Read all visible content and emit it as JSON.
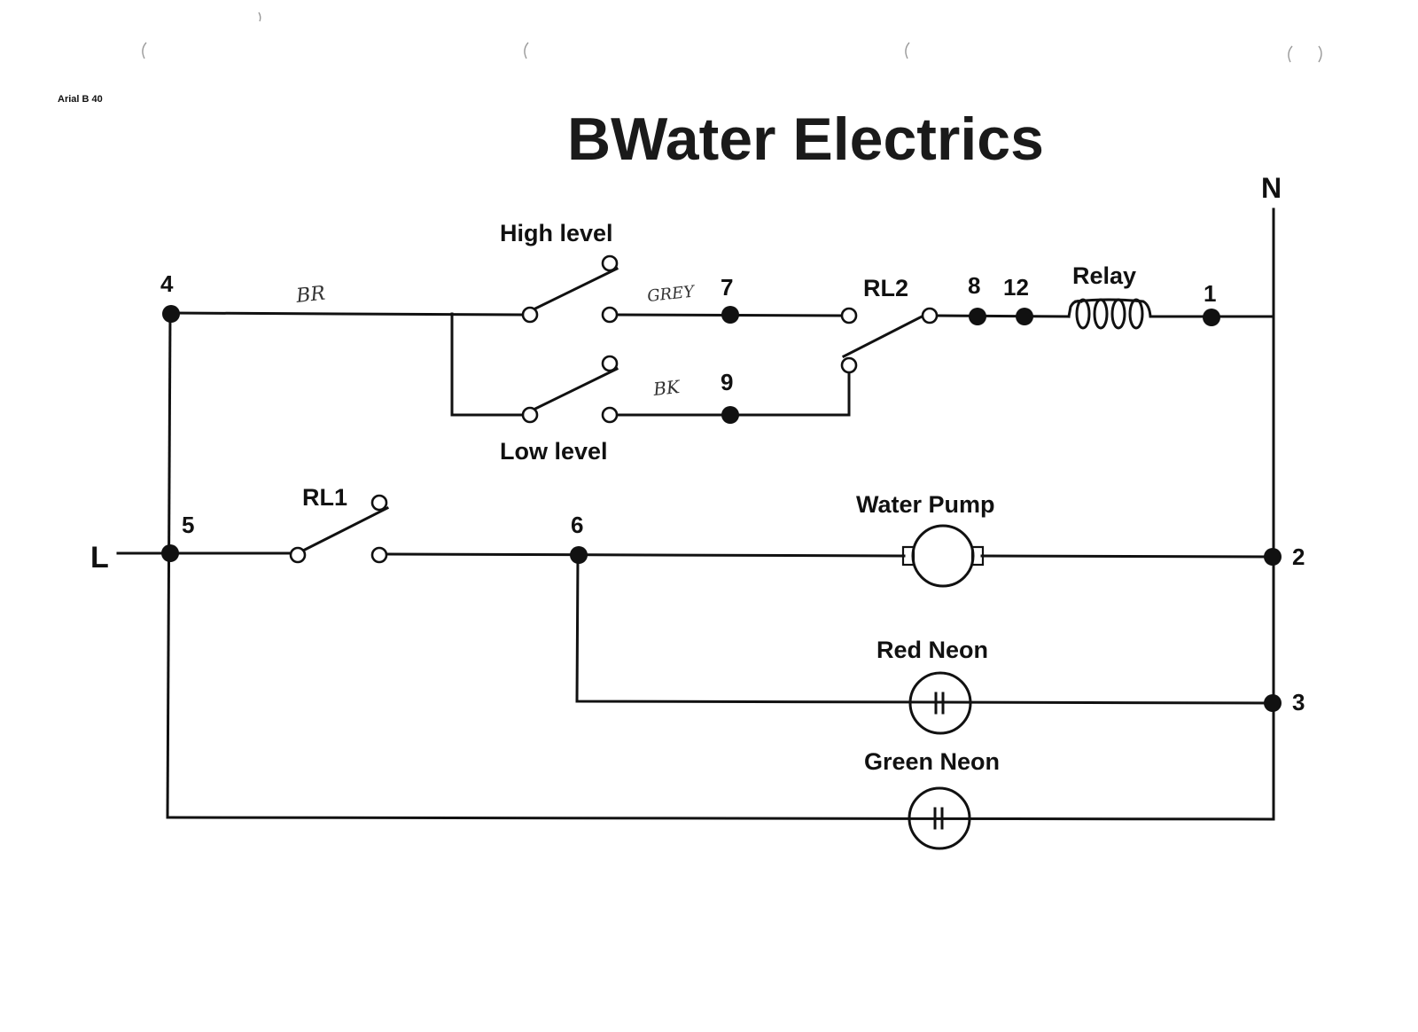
{
  "header": {
    "font_note": "Arial B 40",
    "title": "BWater Electrics"
  },
  "rails": {
    "live": "L",
    "neutral": "N"
  },
  "nodes": {
    "n1": "1",
    "n2": "2",
    "n3": "3",
    "n4": "4",
    "n5": "5",
    "n6": "6",
    "n7": "7",
    "n8": "8",
    "n9": "9",
    "n12": "12"
  },
  "components": {
    "high_level": "High level",
    "low_level": "Low level",
    "rl2": "RL2",
    "relay": "Relay",
    "rl1": "RL1",
    "water_pump": "Water Pump",
    "red_neon": "Red Neon",
    "green_neon": "Green Neon"
  },
  "wire_annotations": {
    "brown": "BR",
    "grey": "GREY",
    "black": "BK"
  }
}
